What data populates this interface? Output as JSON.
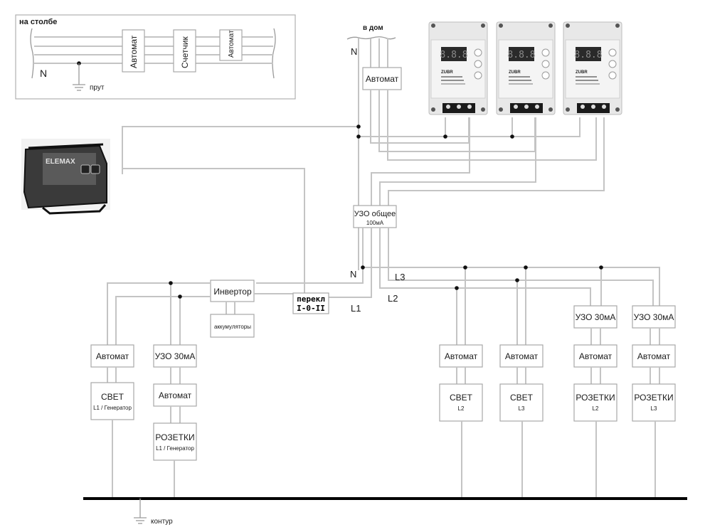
{
  "pole_section": {
    "title": "на столбе",
    "neutral_label": "N",
    "ground_label": "прут",
    "devices": [
      "Автомат",
      "Счетчик",
      "Автомат"
    ]
  },
  "house_input": {
    "label": "в дом",
    "neutral_label": "N",
    "breaker": "Автомат"
  },
  "voltage_relays": {
    "count": 3,
    "brand": "ZUBR",
    "display": "8.8.8"
  },
  "generator": {
    "brand": "ELEMAX"
  },
  "rcd_main": {
    "label": "УЗО общее",
    "rating": "100мА"
  },
  "bus_labels": {
    "n": "N",
    "l1": "L1",
    "l2": "L2",
    "l3": "L3"
  },
  "inverter": {
    "label": "Инвертор",
    "battery": "аккумуляторы"
  },
  "switch": {
    "line1": "перекл",
    "line2": "I-0-II"
  },
  "left_circuits": [
    {
      "breaker": "Автомат",
      "load": "СВЕТ",
      "phase": "L1 / Генератор"
    },
    {
      "rcd": "УЗО 30мА",
      "breaker": "Автомат",
      "load": "РОЗЕТКИ",
      "phase": "L1 / Генератор"
    }
  ],
  "right_circuits": [
    {
      "breaker": "Автомат",
      "load": "СВЕТ",
      "phase": "L2"
    },
    {
      "breaker": "Автомат",
      "load": "СВЕТ",
      "phase": "L3"
    },
    {
      "rcd": "УЗО 30мА",
      "breaker": "Автомат",
      "load": "РОЗЕТКИ",
      "phase": "L2"
    },
    {
      "rcd": "УЗО 30мА",
      "breaker": "Автомат",
      "load": "РОЗЕТКИ",
      "phase": "L3"
    }
  ],
  "ground": {
    "label": "контур"
  }
}
